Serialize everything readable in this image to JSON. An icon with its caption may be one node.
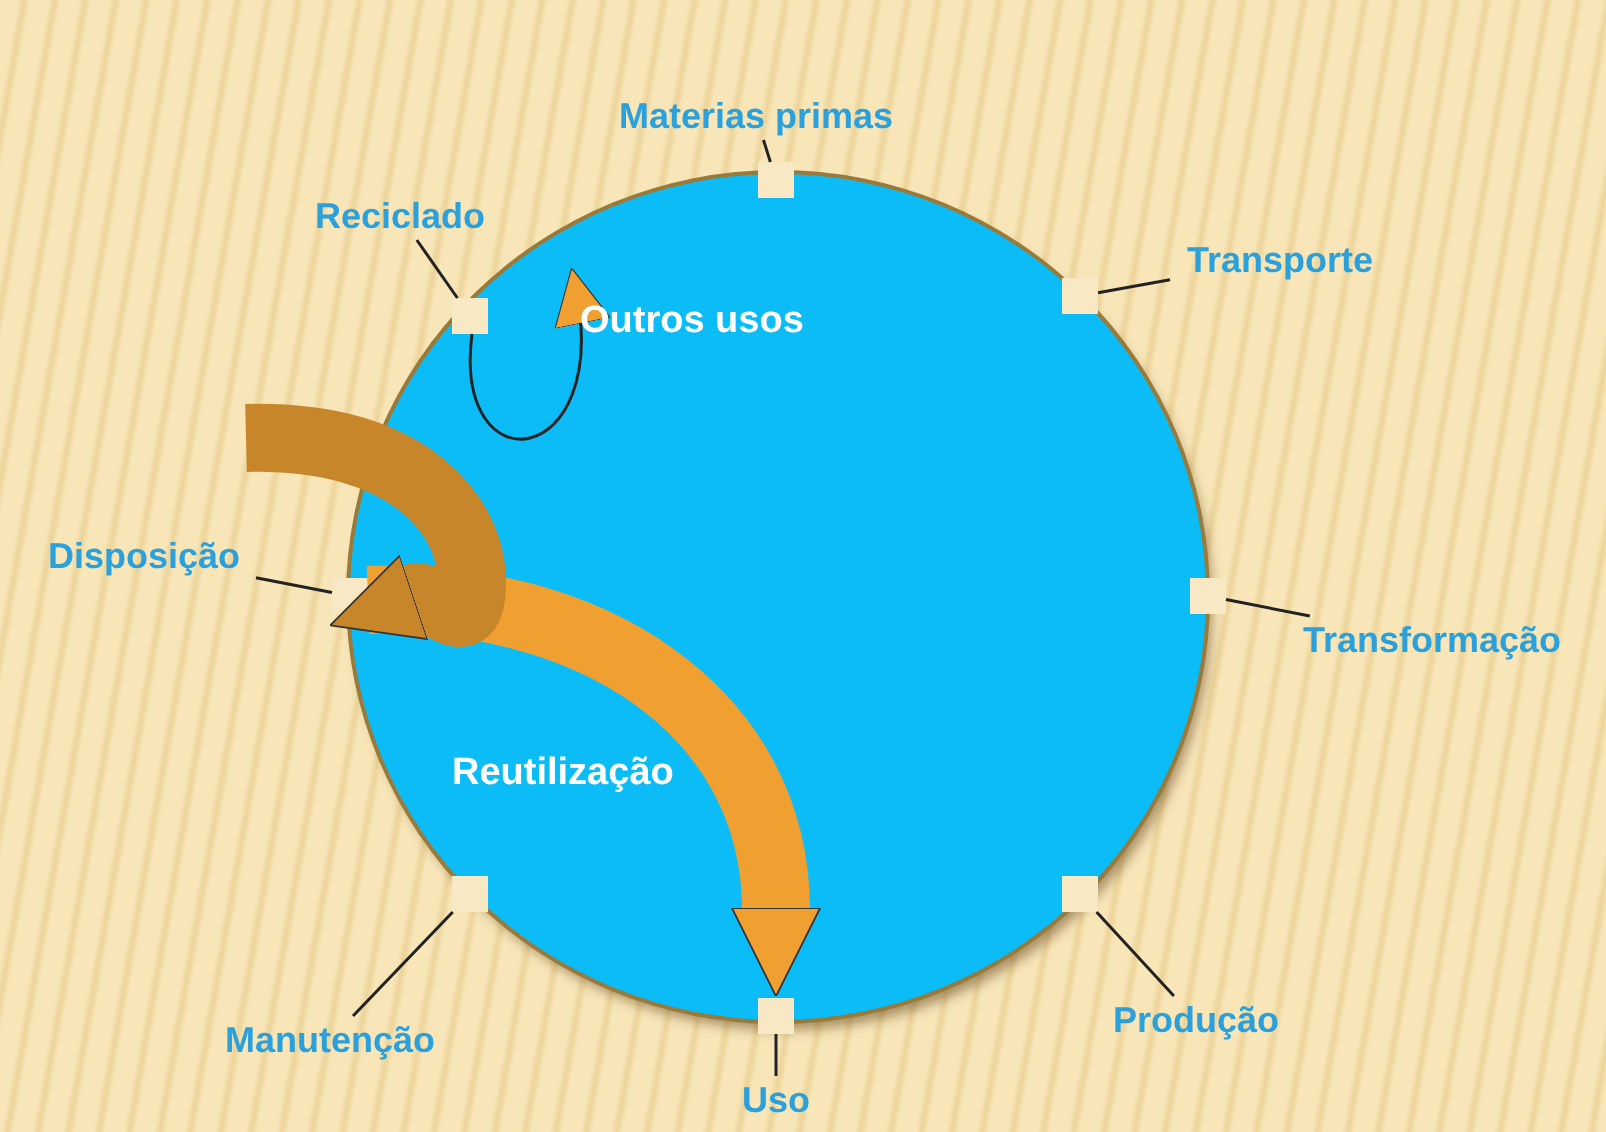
{
  "diagram": {
    "nodes": [
      {
        "text": [],
        "shape": "box"
      },
      {
        "text": [],
        "shape": "box"
      },
      {
        "text": [],
        "shape": "box"
      },
      {
        "text": [],
        "shape": "box"
      },
      {
        "text": [],
        "shape": "box"
      },
      {
        "text": [],
        "shape": "box"
      },
      {
        "text": [],
        "shape": "box"
      },
      {
        "text": [],
        "shape": "box"
      },
      {
        "text": [
          "Materias primas"
        ]
      },
      {
        "text": [
          "Transporte"
        ]
      },
      {
        "text": [
          "Transformação"
        ]
      },
      {
        "text": [
          "Produção"
        ]
      },
      {
        "text": [
          "Uso"
        ]
      },
      {
        "text": [
          "Manutenção"
        ]
      },
      {
        "text": [
          "Disposição"
        ]
      },
      {
        "text": [
          "Reciclado"
        ]
      }
    ],
    "edges": [
      {
        "from": 8,
        "to": 0,
        "arrow": "none"
      },
      {
        "from": 9,
        "to": 1,
        "arrow": "none"
      },
      {
        "from": 10,
        "to": 2,
        "arrow": "none"
      },
      {
        "from": 11,
        "to": 3,
        "arrow": "none"
      },
      {
        "from": 12,
        "to": 4,
        "arrow": "none"
      },
      {
        "from": 13,
        "to": 5,
        "arrow": "none"
      },
      {
        "from": 14,
        "to": 6,
        "arrow": "none"
      },
      {
        "from": 15,
        "to": 7,
        "arrow": "none"
      },
      {
        "from": 7,
        "to": null,
        "arrow": "to",
        "label": "Outros usos"
      },
      {
        "from": 6,
        "to": 4,
        "arrow": "to",
        "label": "Reutilização",
        "style": "thick",
        "color": "#f0a030"
      },
      {
        "from": null,
        "to": 6,
        "arrow": "to",
        "style": "thick",
        "color": "#c8862a"
      }
    ]
  }
}
